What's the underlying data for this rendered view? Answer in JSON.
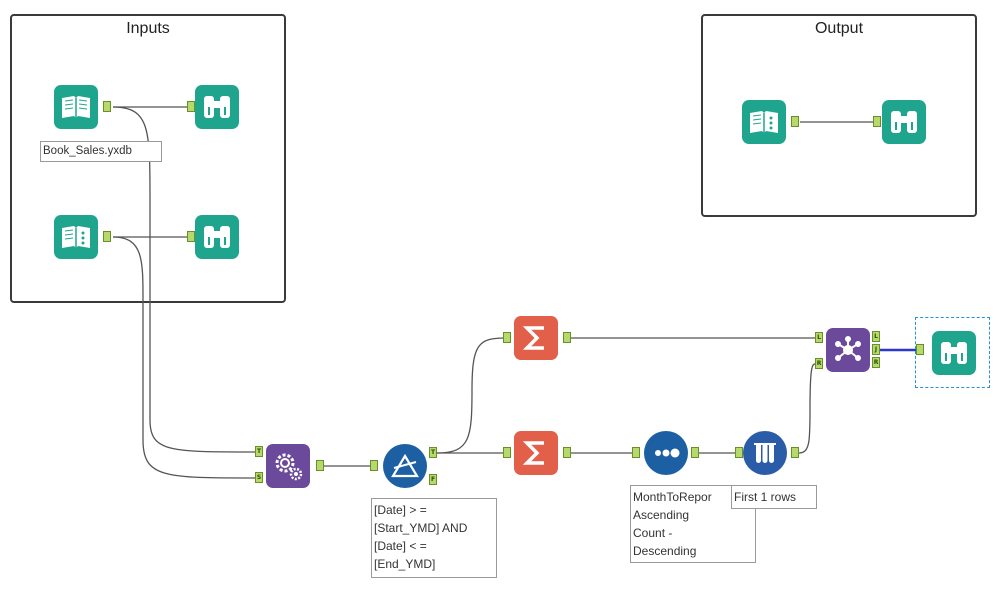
{
  "containers": {
    "inputs": {
      "title": "Inputs"
    },
    "output": {
      "title": "Output"
    }
  },
  "tools": {
    "input_book_sales": {
      "icon": "input-data-book-icon",
      "annotation": "Book_Sales.yxdb"
    },
    "browse_1": {
      "icon": "browse-binoculars-icon"
    },
    "input_2": {
      "icon": "input-data-book-icon"
    },
    "browse_2": {
      "icon": "browse-binoculars-icon"
    },
    "output_input": {
      "icon": "input-data-book-icon"
    },
    "output_browse": {
      "icon": "browse-binoculars-icon"
    },
    "append_fields": {
      "icon": "append-fields-gear-icon",
      "anchors": [
        "T",
        "S"
      ]
    },
    "filter": {
      "icon": "filter-triangle-icon",
      "anchors": [
        "T",
        "F"
      ],
      "annotation": "[Date] > =\n[Start_YMD] AND\n[Date] < =\n[End_YMD]"
    },
    "summarize_1": {
      "icon": "summarize-sigma-icon"
    },
    "summarize_2": {
      "icon": "summarize-sigma-icon"
    },
    "sort": {
      "icon": "sort-dots-icon",
      "annotation": "MonthToRepor\nAscending\nCount -\nDescending"
    },
    "sample": {
      "icon": "sample-tubes-icon",
      "annotation": "First 1 rows"
    },
    "join": {
      "icon": "join-nodes-icon",
      "anchors_in": [
        "L",
        "R"
      ],
      "anchors_out": [
        "L",
        "J",
        "R"
      ]
    },
    "final_browse": {
      "icon": "browse-binoculars-icon"
    }
  },
  "colors": {
    "teal": "#1fa58e",
    "orange": "#e2604a",
    "purple": "#6b4a9b",
    "blue": "#1d5fa3",
    "anchor": "#b5d96b",
    "selection": "#2a8fd6"
  }
}
